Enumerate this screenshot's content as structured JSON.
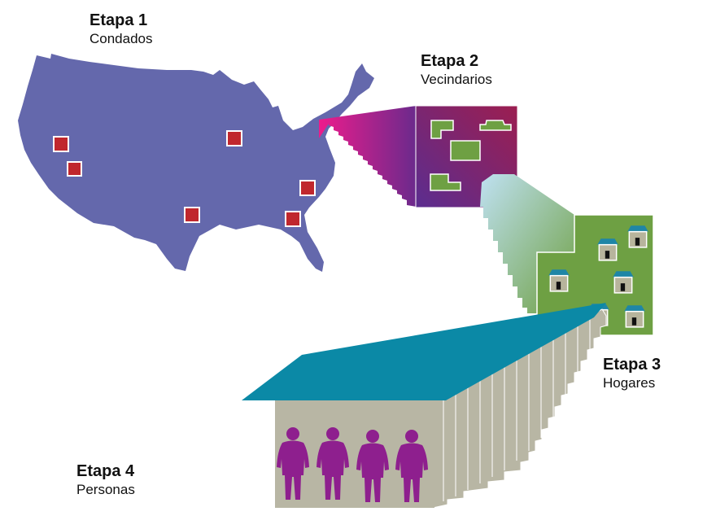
{
  "stages": [
    {
      "title": "Etapa 1",
      "subtitle": "Condados"
    },
    {
      "title": "Etapa 2",
      "subtitle": "Vecindarios"
    },
    {
      "title": "Etapa 3",
      "subtitle": "Hogares"
    },
    {
      "title": "Etapa 4",
      "subtitle": "Personas"
    }
  ],
  "colors": {
    "map": "#6468ac",
    "county": "#c0272d",
    "neighborhood_from": "#5c2d91",
    "neighborhood_to": "#9e1f4f",
    "plot_green": "#6ea043",
    "roof": "#1e86a6",
    "house": "#b6b39c",
    "people_roof": "#0b89a6",
    "people_wall": "#b8b6a4",
    "person": "#8e1f8e"
  },
  "icons": [
    "county-marker-icon",
    "lot-icon",
    "house-icon",
    "person-icon"
  ]
}
